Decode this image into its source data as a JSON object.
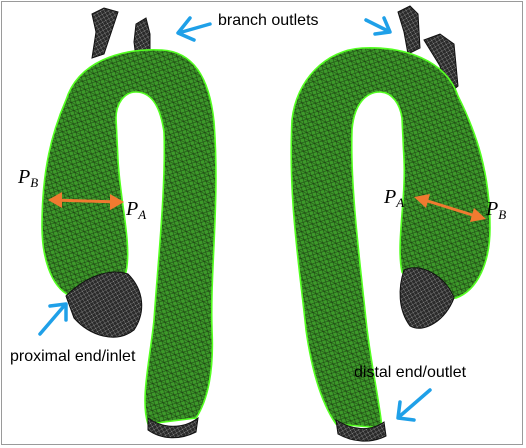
{
  "labels": {
    "branch_outlets": "branch outlets",
    "proximal": "proximal end/inlet",
    "distal": "distal end/outlet",
    "left_pb_main": "P",
    "left_pb_sub": "B",
    "left_pa_main": "P",
    "left_pa_sub": "A",
    "right_pa_main": "P",
    "right_pa_sub": "A",
    "right_pb_main": "P",
    "right_pb_sub": "B"
  },
  "colors": {
    "mesh_surface": "#3d9a2a",
    "mesh_edge": "#55ff22",
    "mesh_dark": "#262626",
    "arrow_blue": "#1fa0e8",
    "arrow_orange": "#f07a30",
    "frame": "#9a9a9a"
  },
  "icons": [
    "blue-pointer-arrow",
    "orange-double-arrow"
  ]
}
